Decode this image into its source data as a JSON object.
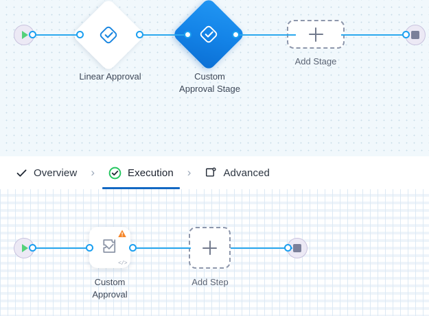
{
  "theme": {
    "accent_blue": "#1a9ff0",
    "edge_blue": "#2aa8ee",
    "stage_fill_blue": "#1484e8",
    "active_tab_underline": "#1268c3",
    "success_green": "#22c55e",
    "play_green": "#54d17a",
    "warning_orange": "#f5862a",
    "terminal_fill": "#ece9f5",
    "stop_gray": "#7b809a",
    "stage_canvas_bg": "#f1f8fc",
    "step_canvas_bg": "#ffffff",
    "label_text": "#3d4757"
  },
  "tabs": [
    {
      "id": "overview",
      "label": "Overview",
      "icon": "check-icon",
      "active": false
    },
    {
      "id": "execution",
      "label": "Execution",
      "icon": "check-circle-icon",
      "active": true
    },
    {
      "id": "advanced",
      "label": "Advanced",
      "icon": "card-gear-icon",
      "active": false
    }
  ],
  "tab_separator": "›",
  "stage_canvas": {
    "name": "stage-flow-canvas",
    "start_node": {
      "icon": "play-icon",
      "name": "start-node"
    },
    "end_node": {
      "icon": "stop-icon",
      "name": "end-node"
    },
    "stages": [
      {
        "id": "linear-approval",
        "label": "Linear Approval",
        "icon": "approval-diamond-icon",
        "selected": false
      },
      {
        "id": "custom-approval",
        "label": "Custom\nApproval Stage",
        "icon": "approval-diamond-icon",
        "selected": true
      }
    ],
    "add_stage": {
      "label": "Add Stage",
      "icon": "plus-icon"
    }
  },
  "step_canvas": {
    "name": "step-flow-canvas",
    "start_node": {
      "icon": "play-icon",
      "name": "start-node"
    },
    "end_node": {
      "icon": "stop-icon",
      "name": "end-node"
    },
    "steps": [
      {
        "id": "custom-approval-step",
        "label": "Custom\nApproval",
        "icon": "puzzle-check-icon",
        "badge": "warning-triangle-icon",
        "code_marker": "</>"
      }
    ],
    "add_step": {
      "label": "Add Step",
      "icon": "plus-icon"
    }
  }
}
